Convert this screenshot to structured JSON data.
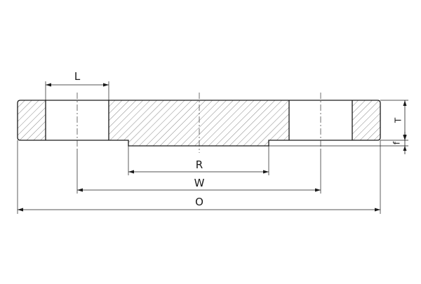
{
  "diagram": {
    "labels": {
      "L": "L",
      "T": "T",
      "R": "R",
      "W": "W",
      "O": "O",
      "f": "f"
    }
  }
}
